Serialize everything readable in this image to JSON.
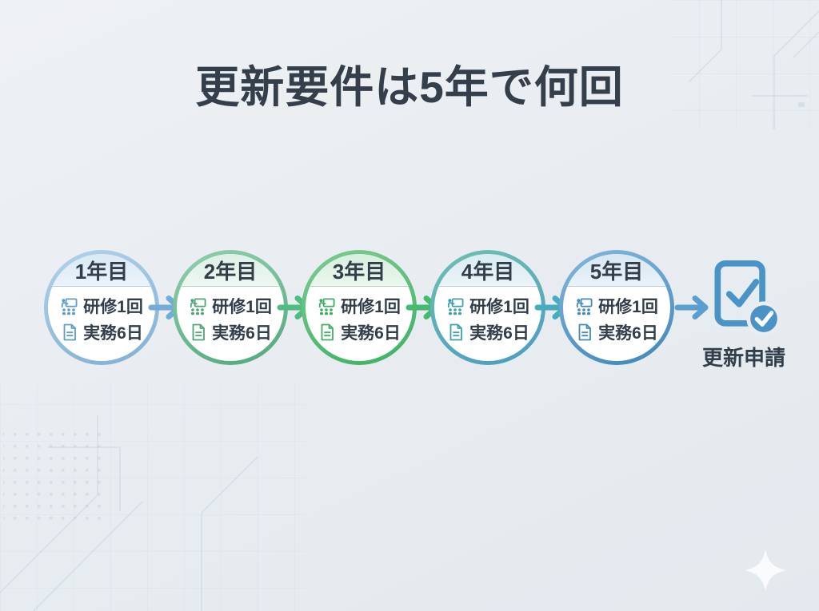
{
  "title": "更新要件は5年で何回",
  "page": {
    "background": "#e9edf1",
    "title_color": "#353f4b",
    "text_color": "#333e4b"
  },
  "years": [
    {
      "label": "1年目",
      "training": "研修1回",
      "practice": "実務6日",
      "icons": [
        "training-icon",
        "document-icon"
      ],
      "theme": {
        "bfrom": "#b3d2e8",
        "bto": "#7fb0d6",
        "hfrom": "#d9eaf5",
        "hto": "#eaf3fa",
        "icon": "#5e9cc9",
        "arrow": "#74abd9"
      }
    },
    {
      "label": "2年目",
      "training": "研修1回",
      "practice": "実務6日",
      "icons": [
        "training-icon",
        "document-icon"
      ],
      "theme": {
        "bfrom": "#90cfae",
        "bto": "#51a97b",
        "hfrom": "#def0e6",
        "hto": "#edf7f1",
        "icon": "#4fa578",
        "arrow": "#4fbc82"
      }
    },
    {
      "label": "3年目",
      "training": "研修1回",
      "practice": "実務6日",
      "icons": [
        "training-icon",
        "document-icon"
      ],
      "theme": {
        "bfrom": "#7ecb90",
        "bto": "#3bb163",
        "hfrom": "#d7efdd",
        "hto": "#eaf7ee",
        "icon": "#42ad63",
        "arrow": "#45ba70"
      }
    },
    {
      "label": "4年目",
      "training": "研修1回",
      "practice": "実務6日",
      "icons": [
        "training-icon",
        "document-icon"
      ],
      "theme": {
        "bfrom": "#6fc0b0",
        "bto": "#4a9cc2",
        "hfrom": "#d9ecf2",
        "hto": "#ebf4f8",
        "icon": "#3fa0ad",
        "arrow": "#46adbc"
      }
    },
    {
      "label": "5年目",
      "training": "研修1回",
      "practice": "実務6日",
      "icons": [
        "training-icon",
        "document-icon"
      ],
      "theme": {
        "bfrom": "#83b8da",
        "bto": "#3f86bc",
        "hfrom": "#d7e8f4",
        "hto": "#e9f2f9",
        "icon": "#4289bd",
        "arrow": "#5b9ed0"
      }
    }
  ],
  "final": {
    "label": "更新申請",
    "icon": "document-check-icon",
    "color": "#4a93c6"
  },
  "decor": {
    "sparkle_icon": "sparkle-icon",
    "pattern": "circuit-grid"
  }
}
